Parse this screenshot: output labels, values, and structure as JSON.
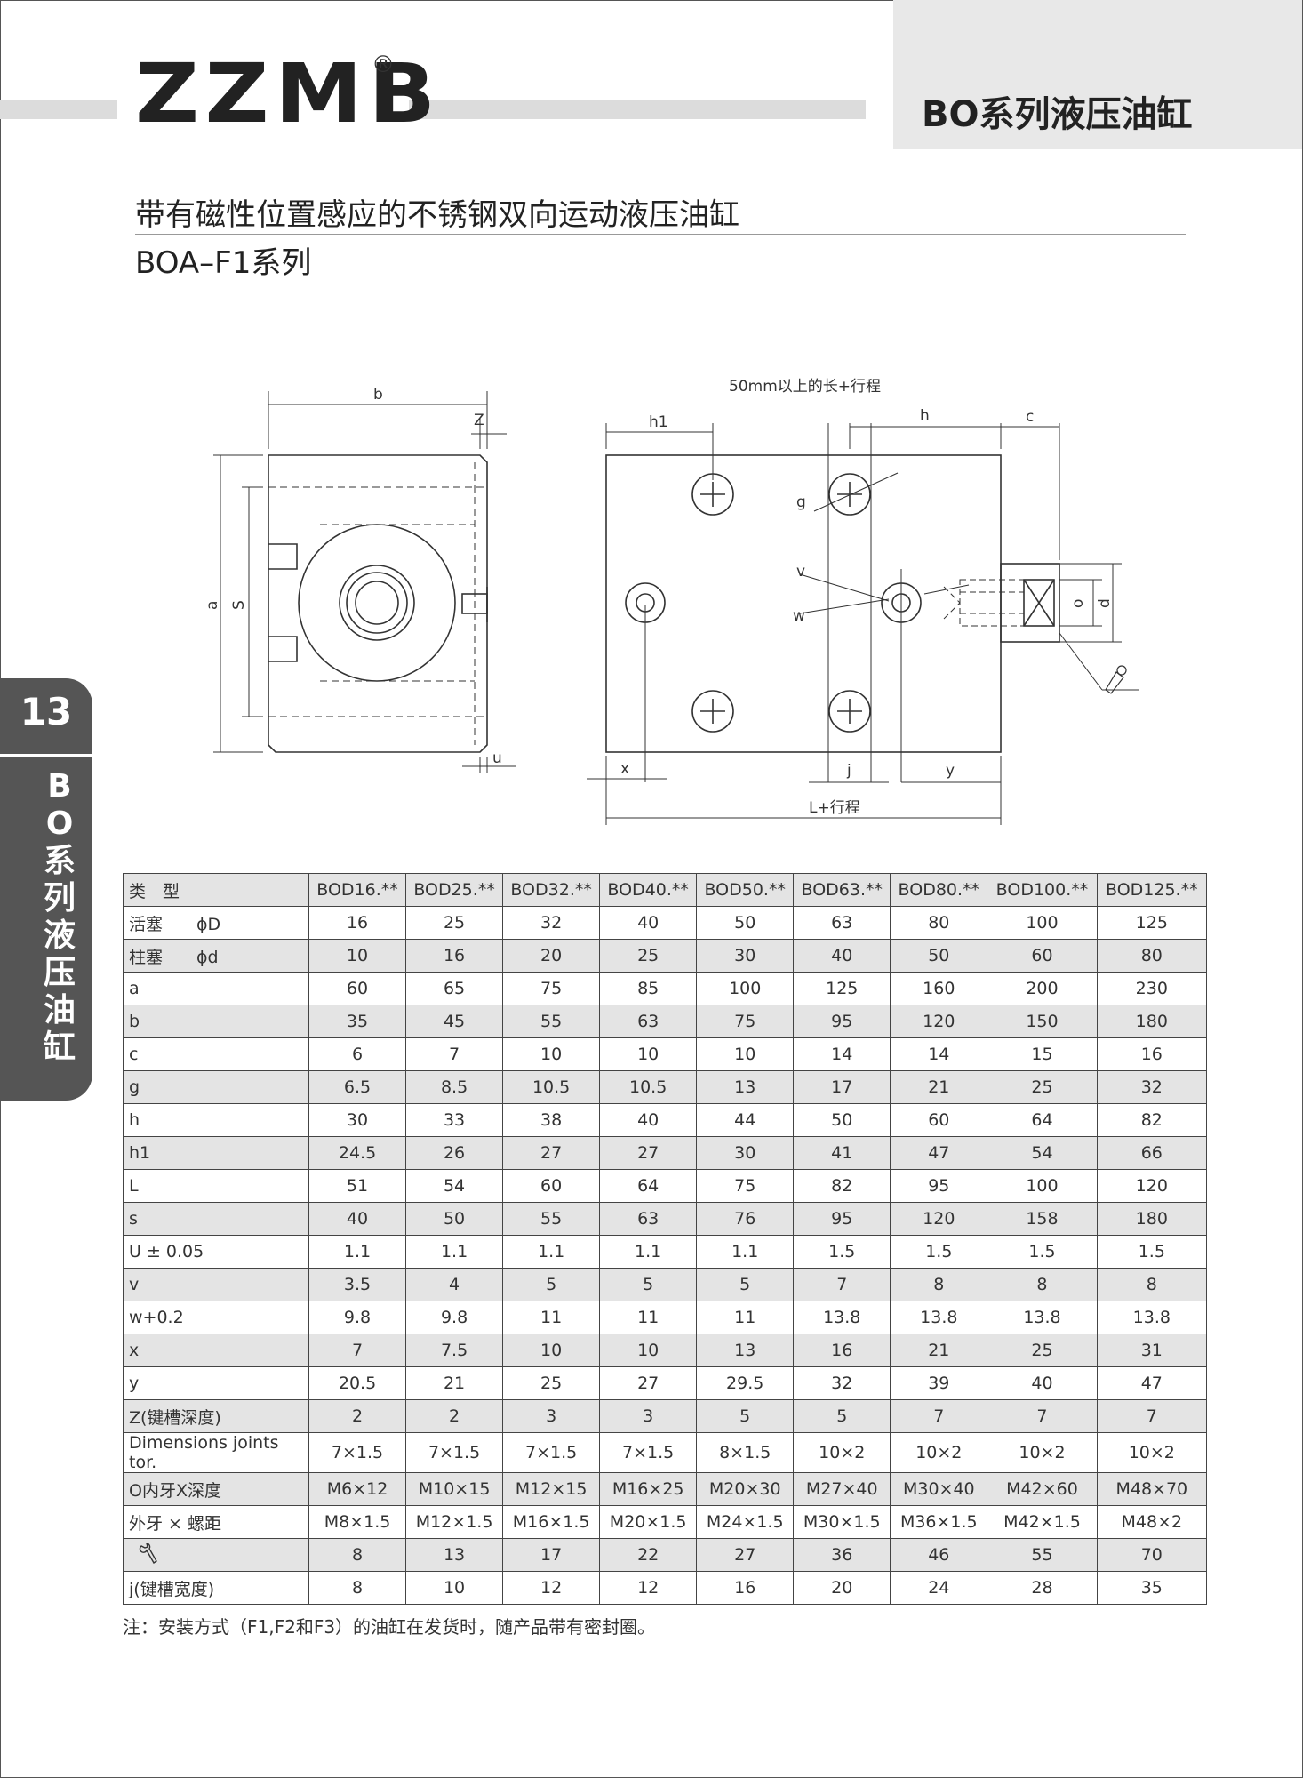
{
  "header": {
    "logo": "ZZMB",
    "registered": "®",
    "series_title": "BO系列液压油缸"
  },
  "title": {
    "line1": "带有磁性位置感应的不锈钢双向运动液压油缸",
    "line2": "BOA–F1系列"
  },
  "side_tab": {
    "number": "13",
    "text": "BO系列液压油缸"
  },
  "drawing": {
    "top_note": "50mm以上的长+行程",
    "left_view_labels": {
      "b": "b",
      "z": "Z",
      "a": "a",
      "s": "S",
      "u": "u"
    },
    "right_view_labels": {
      "h1": "h1",
      "h": "h",
      "c": "c",
      "g": "g",
      "v": "v",
      "w": "w",
      "o": "o",
      "d": "d",
      "x": "x",
      "j": "j",
      "y": "y",
      "l_stroke": "L+行程"
    }
  },
  "table": {
    "header_label": "类　型",
    "models": [
      "BOD16.**",
      "BOD25.**",
      "BOD32.**",
      "BOD40.**",
      "BOD50.**",
      "BOD63.**",
      "BOD80.**",
      "BOD100.**",
      "BOD125.**"
    ],
    "rows": [
      {
        "label": "活塞　　ϕD",
        "values": [
          "16",
          "25",
          "32",
          "40",
          "50",
          "63",
          "80",
          "100",
          "125"
        ]
      },
      {
        "label": "柱塞　　ϕd",
        "values": [
          "10",
          "16",
          "20",
          "25",
          "30",
          "40",
          "50",
          "60",
          "80"
        ]
      },
      {
        "label": "a",
        "values": [
          "60",
          "65",
          "75",
          "85",
          "100",
          "125",
          "160",
          "200",
          "230"
        ]
      },
      {
        "label": "b",
        "values": [
          "35",
          "45",
          "55",
          "63",
          "75",
          "95",
          "120",
          "150",
          "180"
        ]
      },
      {
        "label": "c",
        "values": [
          "6",
          "7",
          "10",
          "10",
          "10",
          "14",
          "14",
          "15",
          "16"
        ]
      },
      {
        "label": "g",
        "values": [
          "6.5",
          "8.5",
          "10.5",
          "10.5",
          "13",
          "17",
          "21",
          "25",
          "32"
        ]
      },
      {
        "label": "h",
        "values": [
          "30",
          "33",
          "38",
          "40",
          "44",
          "50",
          "60",
          "64",
          "82"
        ]
      },
      {
        "label": "h1",
        "values": [
          "24.5",
          "26",
          "27",
          "27",
          "30",
          "41",
          "47",
          "54",
          "66"
        ]
      },
      {
        "label": "L",
        "values": [
          "51",
          "54",
          "60",
          "64",
          "75",
          "82",
          "95",
          "100",
          "120"
        ]
      },
      {
        "label": "s",
        "values": [
          "40",
          "50",
          "55",
          "63",
          "76",
          "95",
          "120",
          "158",
          "180"
        ]
      },
      {
        "label": "U ± 0.05",
        "values": [
          "1.1",
          "1.1",
          "1.1",
          "1.1",
          "1.1",
          "1.5",
          "1.5",
          "1.5",
          "1.5"
        ]
      },
      {
        "label": "v",
        "values": [
          "3.5",
          "4",
          "5",
          "5",
          "5",
          "7",
          "8",
          "8",
          "8"
        ]
      },
      {
        "label": "w+0.2",
        "values": [
          "9.8",
          "9.8",
          "11",
          "11",
          "11",
          "13.8",
          "13.8",
          "13.8",
          "13.8"
        ]
      },
      {
        "label": "x",
        "values": [
          "7",
          "7.5",
          "10",
          "10",
          "13",
          "16",
          "21",
          "25",
          "31"
        ]
      },
      {
        "label": "y",
        "values": [
          "20.5",
          "21",
          "25",
          "27",
          "29.5",
          "32",
          "39",
          "40",
          "47"
        ]
      },
      {
        "label": "Z(键槽深度)",
        "values": [
          "2",
          "2",
          "3",
          "3",
          "5",
          "5",
          "7",
          "7",
          "7"
        ]
      },
      {
        "label": "Dimensions joints tor.",
        "values": [
          "7×1.5",
          "7×1.5",
          "7×1.5",
          "7×1.5",
          "8×1.5",
          "10×2",
          "10×2",
          "10×2",
          "10×2"
        ]
      },
      {
        "label": "O内牙X深度",
        "values": [
          "M6×12",
          "M10×15",
          "M12×15",
          "M16×25",
          "M20×30",
          "M27×40",
          "M30×40",
          "M42×60",
          "M48×70"
        ]
      },
      {
        "label": "外牙 × 螺距",
        "values": [
          "M8×1.5",
          "M12×1.5",
          "M16×1.5",
          "M20×1.5",
          "M24×1.5",
          "M30×1.5",
          "M36×1.5",
          "M42×1.5",
          "M48×2"
        ]
      },
      {
        "label": "",
        "icon": "wrench-icon",
        "values": [
          "8",
          "13",
          "17",
          "22",
          "27",
          "36",
          "46",
          "55",
          "70"
        ]
      },
      {
        "label": "j(键槽宽度)",
        "values": [
          "8",
          "10",
          "12",
          "12",
          "16",
          "20",
          "24",
          "28",
          "35"
        ]
      }
    ]
  },
  "note": "注：安装方式（F1,F2和F3）的油缸在发货时，随产品带有密封圈。"
}
